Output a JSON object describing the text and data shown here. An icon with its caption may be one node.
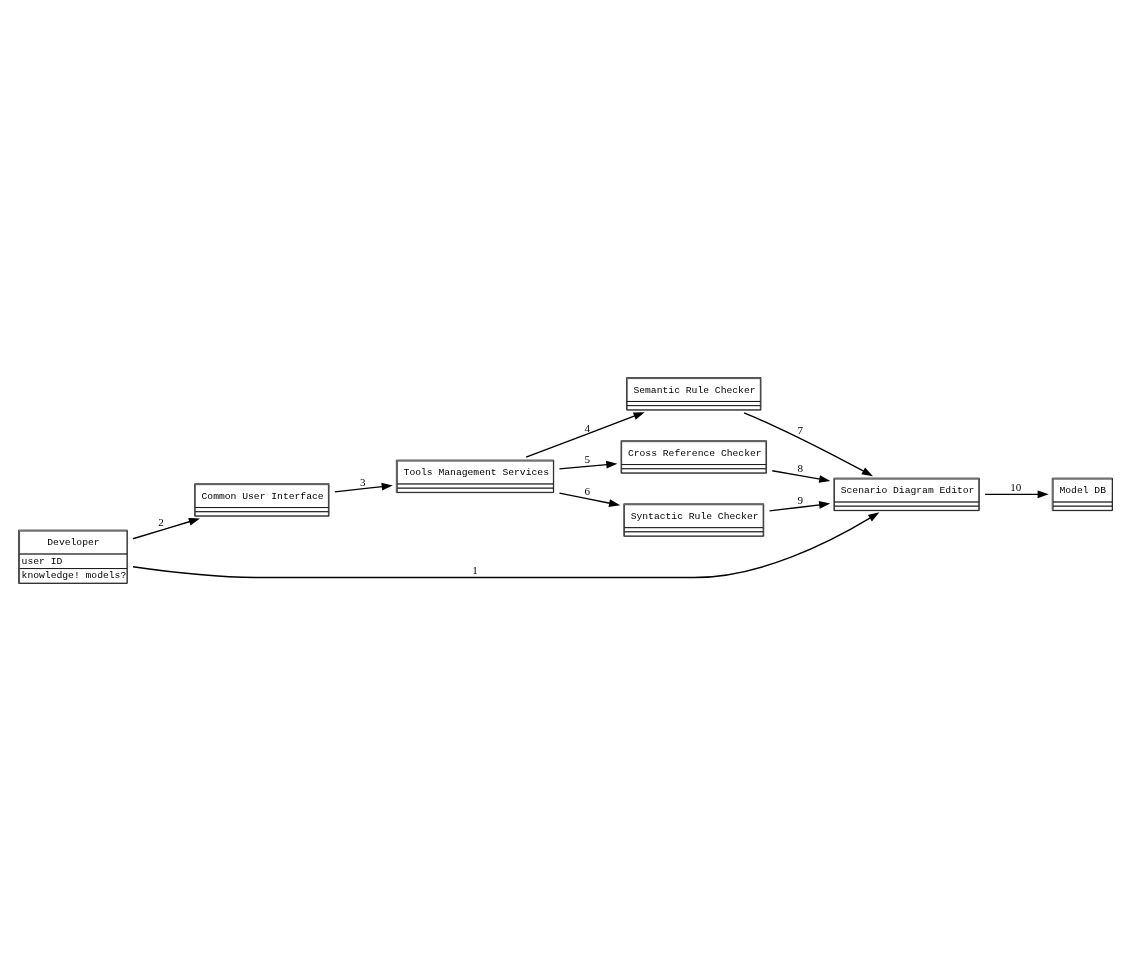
{
  "diagram": {
    "nodes": [
      {
        "text": [
          "Developer",
          "user ID",
          "knowledge! models?"
        ]
      },
      {
        "text": [
          "Common User Interface"
        ]
      },
      {
        "text": [
          "Scenario Diagram Editor"
        ]
      },
      {
        "text": [
          "Tools Management Services"
        ]
      },
      {
        "text": [
          "Semantic Rule Checker"
        ]
      },
      {
        "text": [
          "Cross Reference Checker"
        ]
      },
      {
        "text": [
          "Model DB"
        ]
      },
      {
        "text": [
          "Syntactic Rule Checker"
        ]
      }
    ],
    "edges": [
      {
        "from": 0,
        "to": 2,
        "arrow": "to",
        "label": "1"
      },
      {
        "from": 0,
        "to": 1,
        "arrow": "to",
        "label": "2"
      },
      {
        "from": 1,
        "to": 3,
        "arrow": "to",
        "label": "3"
      },
      {
        "from": 3,
        "to": 4,
        "arrow": "to",
        "label": "4"
      },
      {
        "from": 3,
        "to": 5,
        "arrow": "to",
        "label": "5"
      },
      {
        "from": 3,
        "to": 7,
        "arrow": "to",
        "label": "6"
      },
      {
        "from": 4,
        "to": 2,
        "arrow": "to",
        "label": "7"
      },
      {
        "from": 5,
        "to": 2,
        "arrow": "to",
        "label": "8"
      },
      {
        "from": 7,
        "to": 2,
        "arrow": "to",
        "label": "9"
      },
      {
        "from": 2,
        "to": 6,
        "arrow": "to",
        "label": "10"
      }
    ]
  }
}
